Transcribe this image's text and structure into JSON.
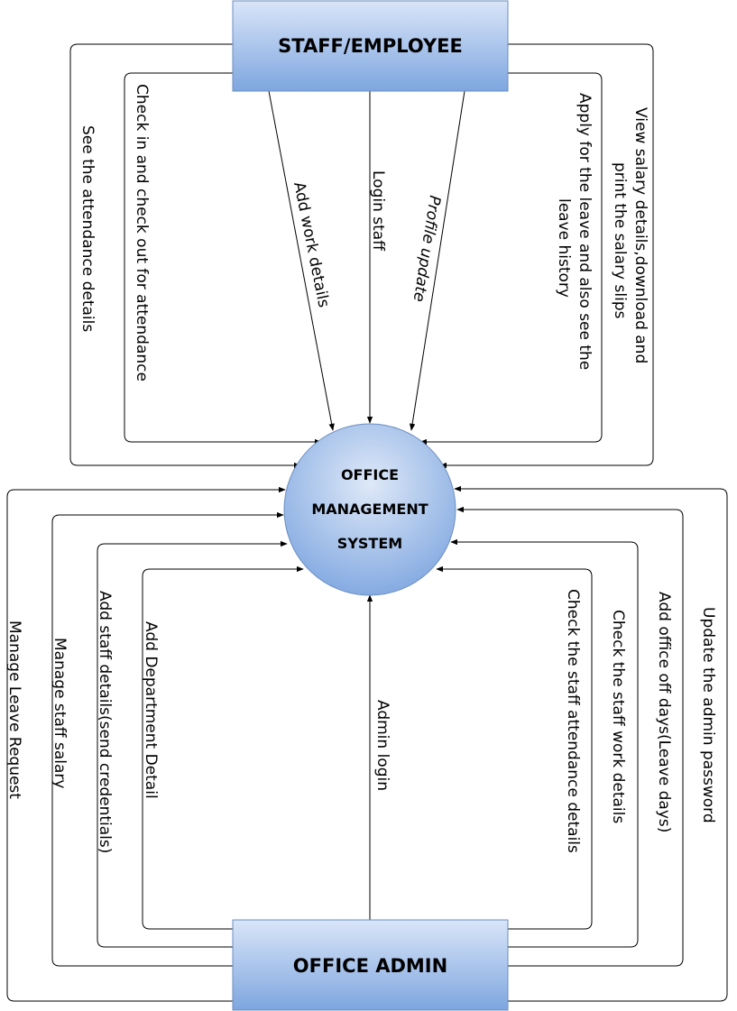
{
  "entities": {
    "staff": "STAFF/EMPLOYEE",
    "admin": "OFFICE ADMIN"
  },
  "process": {
    "line1": "OFFICE",
    "line2": "MANAGEMENT",
    "line3": "SYSTEM"
  },
  "staff_flows": {
    "see_attendance": "See the attendance details",
    "check_in_out": "Check in and check out for attendance",
    "add_work": "Add work details",
    "login_staff": "Login staff",
    "profile_update": "Profile update",
    "apply_leave_1": "Apply for the leave and also see the",
    "apply_leave_2": "leave history",
    "view_salary_1": "View salary details,download and",
    "view_salary_2": "print the salary slips"
  },
  "admin_flows": {
    "manage_leave": "Manage Leave Request",
    "manage_salary": "Manage staff salary",
    "add_staff": "Add staff details(send credentials)",
    "add_department": "Add Department Detail",
    "admin_login": "Admin login",
    "check_attendance": "Check the staff attendance details",
    "check_work": "Check the staff work details",
    "add_off_days": "Add office off days(Leave days)",
    "update_password": "Update the admin password"
  },
  "colors": {
    "box_top": "#d6e2f6",
    "box_bottom": "#7ea6e0",
    "circle_light": "#dbe6f7",
    "circle_dark": "#7ea6e0",
    "border": "#6c8ebf"
  }
}
